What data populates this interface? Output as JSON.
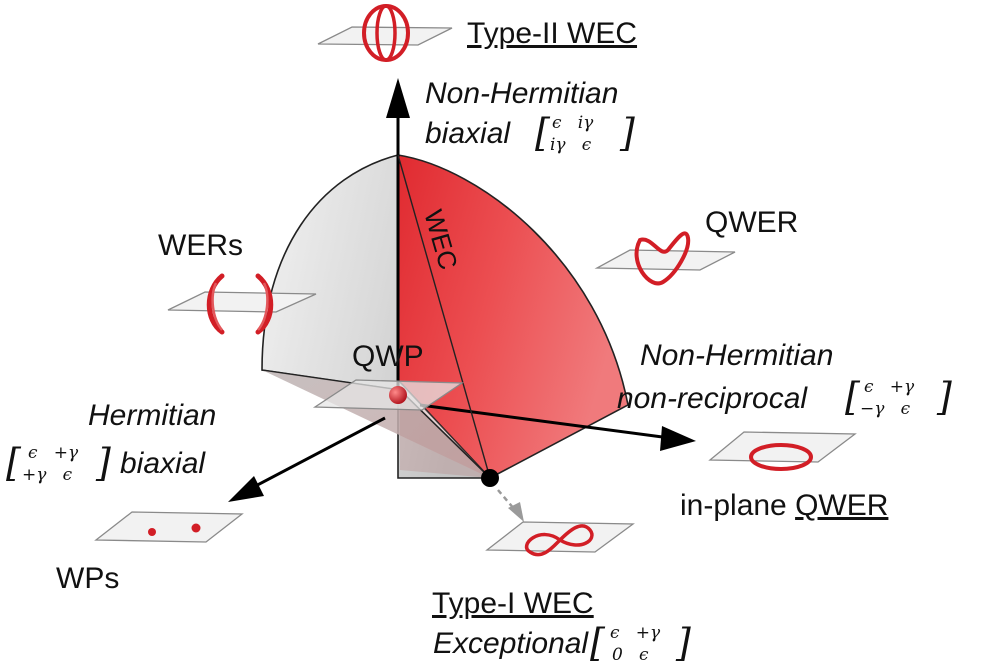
{
  "labels": {
    "type2_wec": "Type-II WEC",
    "nh_biaxial_line1": "Non-Hermitian",
    "nh_biaxial_line2": "biaxial",
    "wers": "WERs",
    "qwer": "QWER",
    "wec": "WEC",
    "qwp": "QWP",
    "nh_nonrecip_line1": "Non-Hermitian",
    "nh_nonrecip_line2": "non-reciprocal",
    "hermitian_line1": "Hermitian",
    "hermitian_line2": "biaxial",
    "inplane_prefix": "in-plane ",
    "inplane_qwer": "QWER",
    "wps": "WPs",
    "type1_wec": "Type-I WEC",
    "exceptional": "Exceptional"
  },
  "matrices": {
    "nh_biaxial": {
      "top": "ϵ   iγ",
      "bottom": "iγ   ϵ"
    },
    "nh_nonrecip": {
      "top": "ϵ   +γ",
      "bottom": "−γ   ϵ"
    },
    "hermitian": {
      "top": "ϵ   +γ",
      "bottom": "+γ   ϵ"
    },
    "exceptional": {
      "top": "ϵ   +γ",
      "bottom": "0   ϵ"
    }
  },
  "colors": {
    "red_surface": "#e8484b",
    "red_dark": "#c81e24",
    "gray_surface": "#d6d6d6",
    "axis": "#000000",
    "dashed_arrow": "#9a9a9a",
    "plane_edge": "#8a8a8a"
  }
}
